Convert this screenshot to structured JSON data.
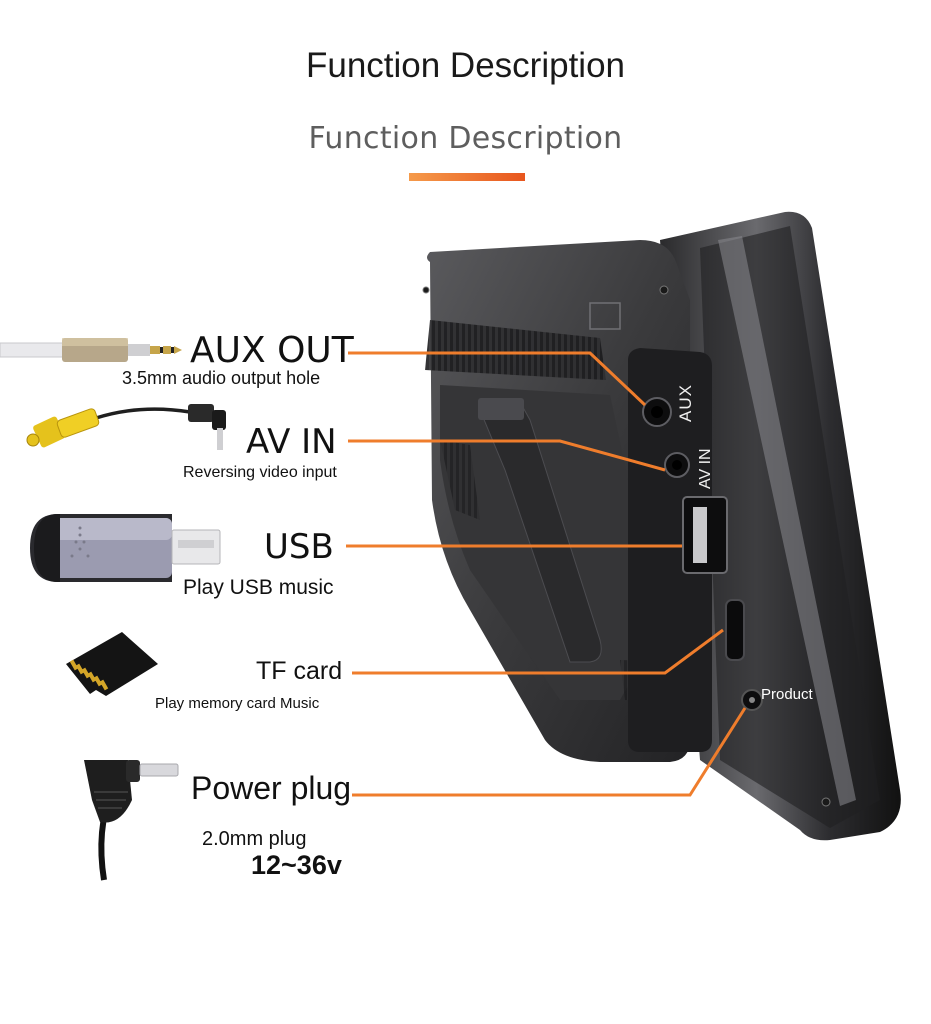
{
  "header": {
    "title": "Function Description",
    "subtitle": "Function Description"
  },
  "colors": {
    "accent_start": "#f59a4a",
    "accent_end": "#e8561e",
    "leader_line": "#ef7d2c",
    "device_body": "#3b3b3d"
  },
  "callouts": {
    "aux_out": {
      "label": "AUX OUT",
      "caption": "3.5mm audio output hole"
    },
    "av_in": {
      "label": "AV IN",
      "caption": "Reversing video input"
    },
    "usb": {
      "label": "USB",
      "caption": "Play USB music"
    },
    "tf_card": {
      "label": "TF card",
      "caption": "Play memory card Music"
    },
    "power_plug": {
      "label": "Power plug",
      "caption": "2.0mm plug",
      "voltage": "12~36v"
    }
  },
  "device": {
    "port_label_aux": "AUX",
    "port_label_avin": "AV IN",
    "product_label": "Product"
  },
  "icons": {
    "aux": "audio-jack-icon",
    "av": "rca-cable-icon",
    "usb": "usb-drive-icon",
    "tf": "sd-card-icon",
    "power": "dc-plug-icon"
  }
}
